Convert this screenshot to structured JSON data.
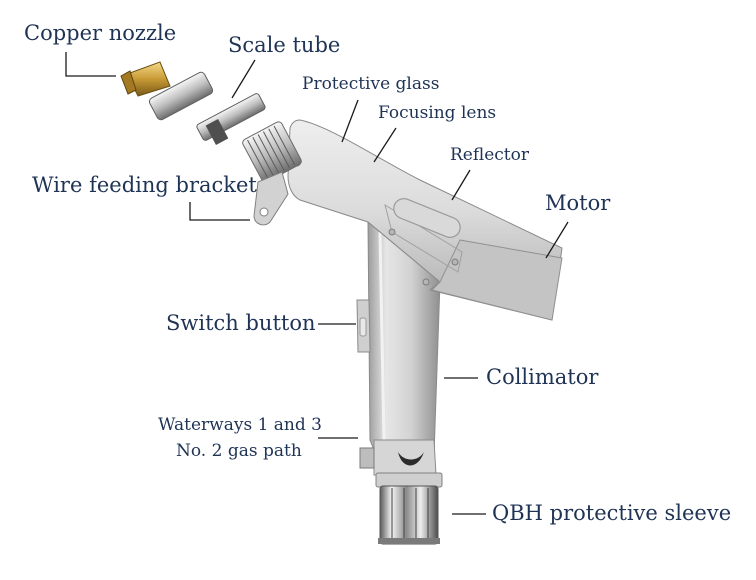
{
  "diagram": {
    "labels": {
      "copper_nozzle": "Copper nozzle",
      "scale_tube": "Scale tube",
      "protective_glass": "Protective glass",
      "focusing_lens": "Focusing lens",
      "reflector": "Reflector",
      "motor": "Motor",
      "wire_feeding_bracket": "Wire feeding bracket",
      "switch_button": "Switch button",
      "collimator": "Collimator",
      "waterways": "Waterways 1 and 3",
      "gas_path": "No. 2 gas path",
      "qbh_sleeve": "QBH protective sleeve"
    }
  }
}
